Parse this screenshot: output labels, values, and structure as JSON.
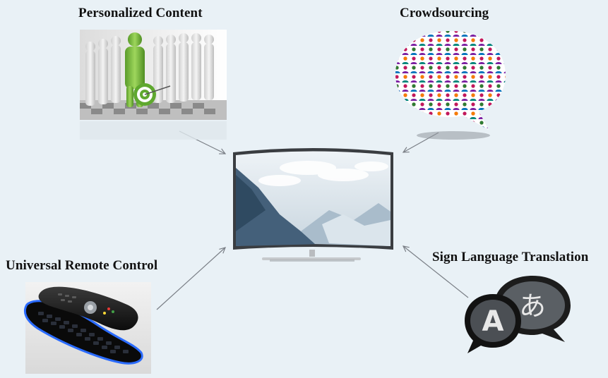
{
  "diagram": {
    "center": {
      "icon": "curved-tv-icon"
    },
    "nodes": [
      {
        "id": "personalized",
        "label": "Personalized Content",
        "icon": "target-figure-icon"
      },
      {
        "id": "crowdsourcing",
        "label": "Crowdsourcing",
        "icon": "crowd-speech-bubble-icon"
      },
      {
        "id": "remote",
        "label": "Universal Remote Control",
        "icon": "remote-keyboard-icon"
      },
      {
        "id": "sign",
        "label": "Sign Language Translation",
        "icon": "translation-bubbles-icon"
      }
    ],
    "translation_glyphs": {
      "left": "A",
      "right": "あ"
    },
    "colors": {
      "background": "#e9f1f6",
      "arrow": "#7a7f86",
      "accent_green": "#7fc24a",
      "remote_glow": "#2a6bff"
    }
  }
}
